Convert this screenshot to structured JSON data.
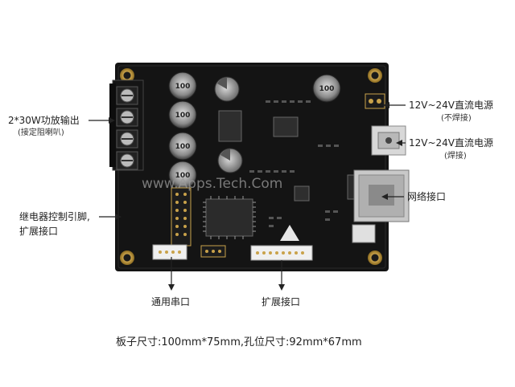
{
  "labels": {
    "amp_output": "2*30W功放输出",
    "amp_output_note": "(接定阻喇叭)",
    "power_terminal": "12V~24V直流电源",
    "power_terminal_note": "(不焊接)",
    "power_jack": "12V~24V直流电源",
    "power_jack_note": "(焊接)",
    "ethernet": "网络接口",
    "relay_pins_line1": "继电器控制引脚,",
    "relay_pins_line2": "扩展接口",
    "serial": "通用串口",
    "expansion": "扩展接口"
  },
  "board_text": {
    "watermark": "www.Apps.Tech.Com",
    "inductor_marking": "100",
    "footer": "板子尺寸:100mm*75mm,孔位尺寸:92mm*67mm"
  },
  "colors": {
    "pcb": "#141414",
    "accent_blue": "#1a6fb0"
  }
}
